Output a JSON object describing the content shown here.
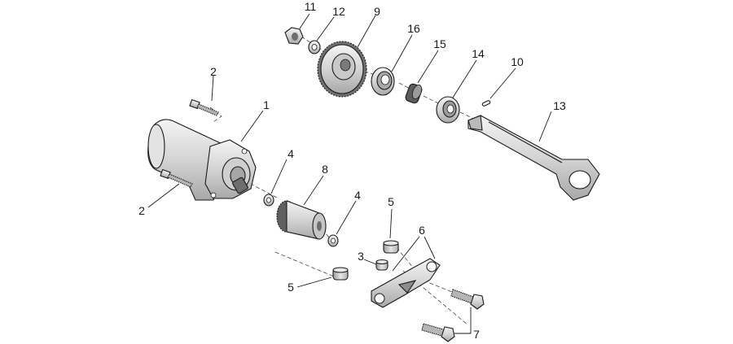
{
  "callouts": [
    {
      "id": "c11",
      "text": "11"
    },
    {
      "id": "c12",
      "text": "12"
    },
    {
      "id": "c9",
      "text": "9"
    },
    {
      "id": "c16",
      "text": "16"
    },
    {
      "id": "c15",
      "text": "15"
    },
    {
      "id": "c14",
      "text": "14"
    },
    {
      "id": "c10",
      "text": "10"
    },
    {
      "id": "c13",
      "text": "13"
    },
    {
      "id": "c2a",
      "text": "2"
    },
    {
      "id": "c1",
      "text": "1"
    },
    {
      "id": "c2b",
      "text": "2"
    },
    {
      "id": "c4a",
      "text": "4"
    },
    {
      "id": "c8",
      "text": "8"
    },
    {
      "id": "c4b",
      "text": "4"
    },
    {
      "id": "c5a",
      "text": "5"
    },
    {
      "id": "c6",
      "text": "6"
    },
    {
      "id": "c3",
      "text": "3"
    },
    {
      "id": "c5b",
      "text": "5"
    },
    {
      "id": "c7",
      "text": "7"
    }
  ]
}
